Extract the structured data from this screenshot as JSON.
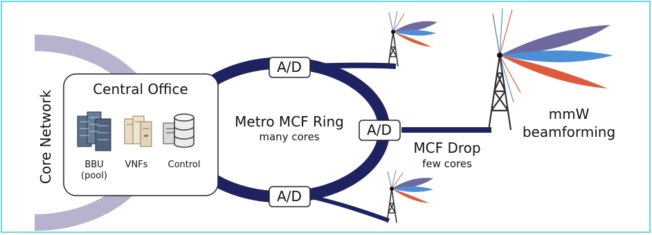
{
  "core_network": {
    "label": "Core Network"
  },
  "central_office": {
    "title": "Central Office",
    "items": [
      {
        "label": "BBU",
        "sublabel": "(pool)"
      },
      {
        "label": "VNFs"
      },
      {
        "label": "Control"
      }
    ]
  },
  "ring": {
    "title": "Metro MCF Ring",
    "subtitle": "many cores"
  },
  "ad_units": [
    {
      "label": "A/D"
    },
    {
      "label": "A/D"
    },
    {
      "label": "A/D"
    }
  ],
  "drop": {
    "title": "MCF Drop",
    "subtitle": "few cores"
  },
  "beamforming": {
    "line1": "mmW",
    "line2": "beamforming"
  },
  "colors": {
    "frame": "#3bc7d8",
    "fiber": "#1f2260",
    "core_arc": "#b7b3cf",
    "lobe_purple": "#6f6a9e",
    "lobe_blue": "#4d8fd6",
    "lobe_red": "#dd5a3a",
    "tower": "#2f2f2f"
  }
}
